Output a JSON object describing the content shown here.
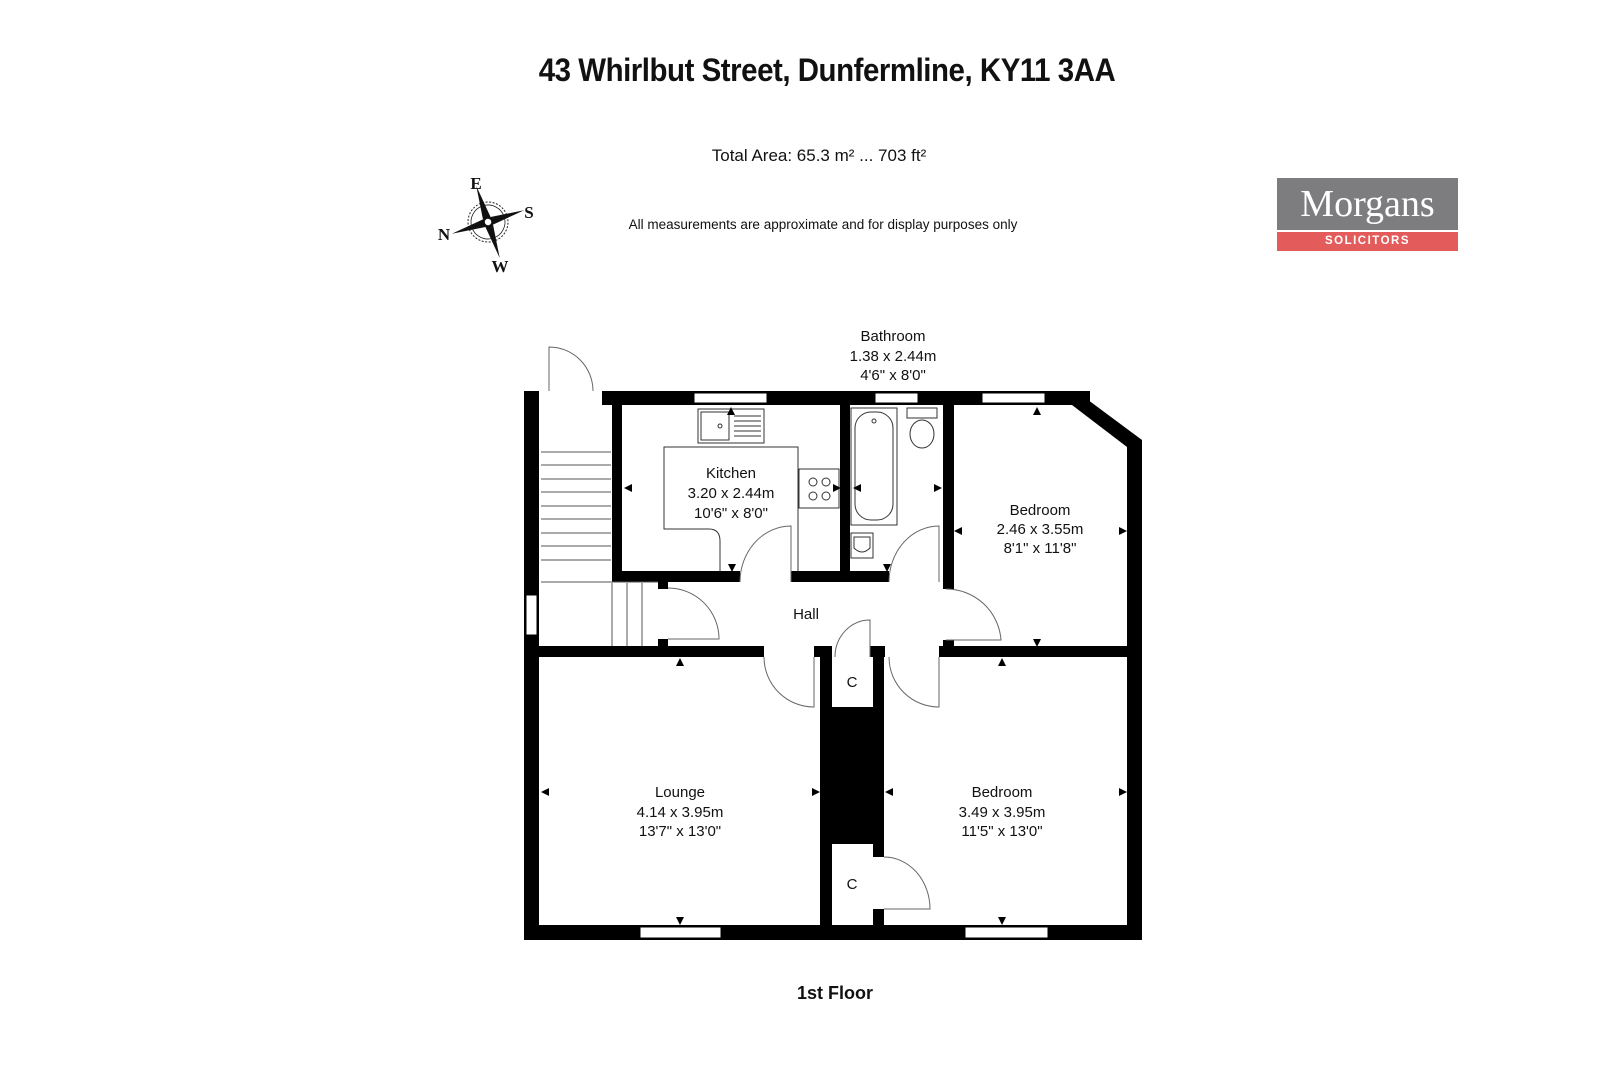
{
  "header": {
    "title": "43 Whirlbut Street, Dunfermline, KY11 3AA",
    "total_area": "Total Area: 65.3 m² ... 703 ft²",
    "disclaimer": "All measurements are approximate and for display purposes only"
  },
  "compass": {
    "north": "N",
    "east": "E",
    "south": "S",
    "west": "W"
  },
  "logo": {
    "name": "Morgans",
    "tagline": "SOLICITORS",
    "colors": {
      "gray": "#7d7d7f",
      "red": "#e35b5b"
    }
  },
  "rooms": {
    "bathroom": {
      "name": "Bathroom",
      "metric": "1.38 x 2.44m",
      "imperial": "4'6\" x 8'0\""
    },
    "kitchen": {
      "name": "Kitchen",
      "metric": "3.20 x 2.44m",
      "imperial": "10'6\" x 8'0\""
    },
    "bedroom1": {
      "name": "Bedroom",
      "metric": "2.46 x 3.55m",
      "imperial": "8'1\" x 11'8\""
    },
    "hall": {
      "name": "Hall"
    },
    "lounge": {
      "name": "Lounge",
      "metric": "4.14 x 3.95m",
      "imperial": "13'7\" x 13'0\""
    },
    "bedroom2": {
      "name": "Bedroom",
      "metric": "3.49 x 3.95m",
      "imperial": "11'5\" x 13'0\""
    },
    "cupboard1": {
      "name": "C"
    },
    "cupboard2": {
      "name": "C"
    }
  },
  "floor_label": "1st Floor"
}
